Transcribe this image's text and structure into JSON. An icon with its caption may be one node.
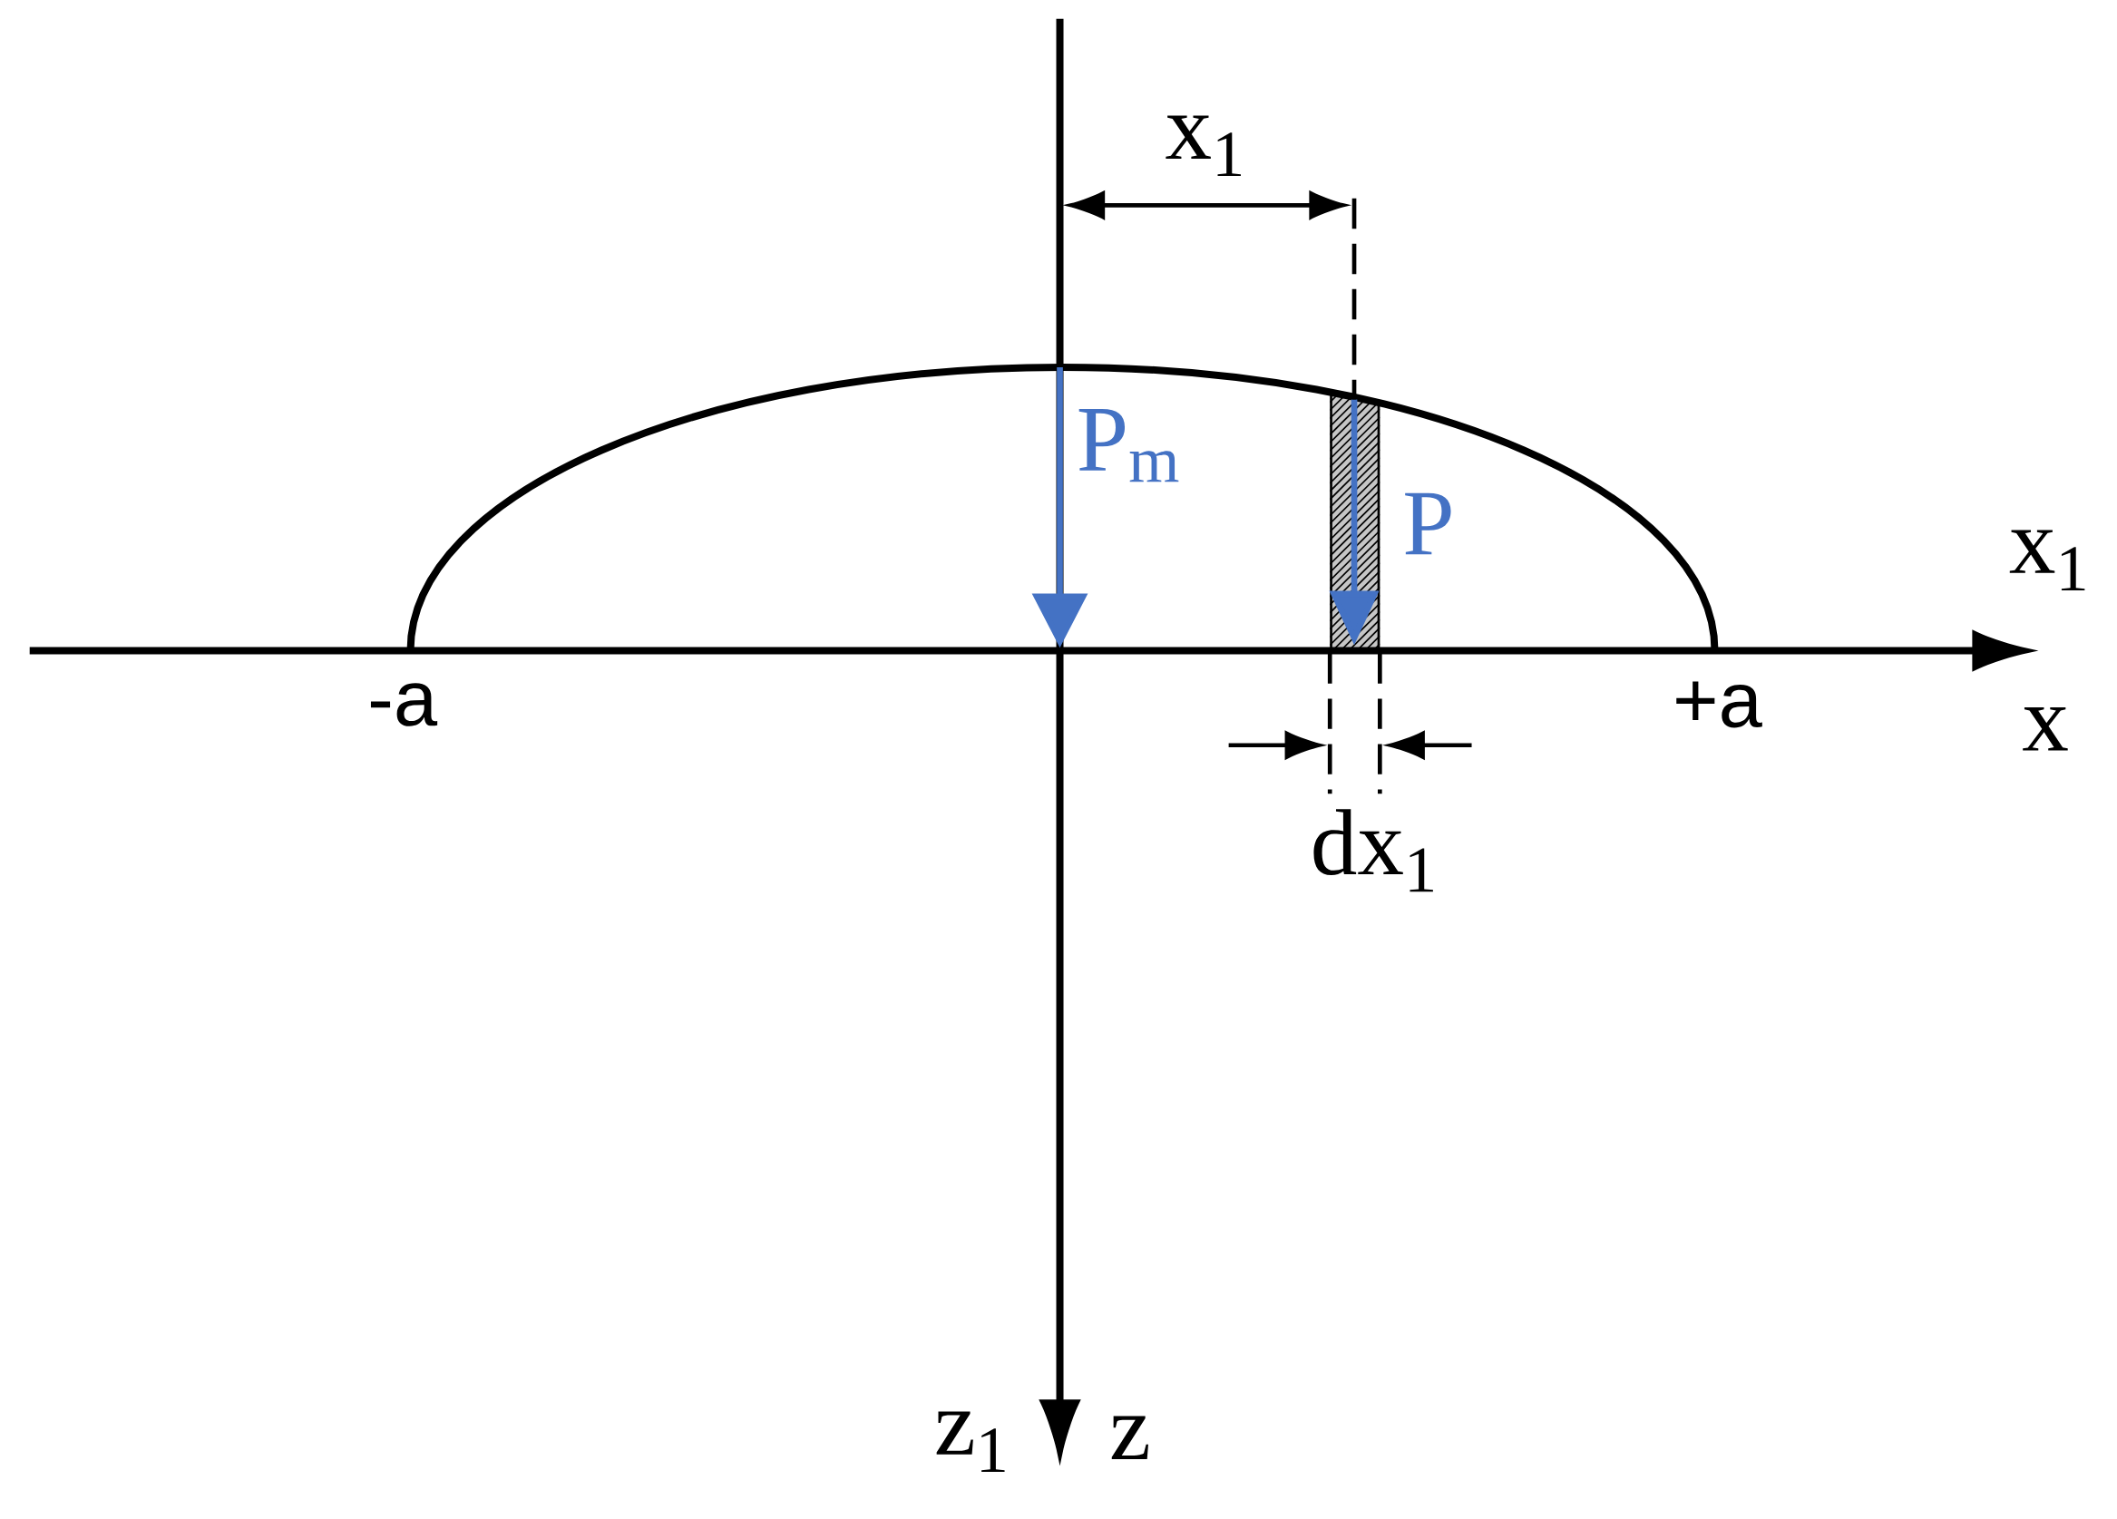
{
  "diagram": {
    "labels": [
      "x$_{1}$",
      "P$_{m}$",
      "P",
      "x$_{1}$",
      "-a",
      "+a",
      "x",
      "dx$_{1}$",
      "z$_{1}$",
      "z"
    ]
  }
}
